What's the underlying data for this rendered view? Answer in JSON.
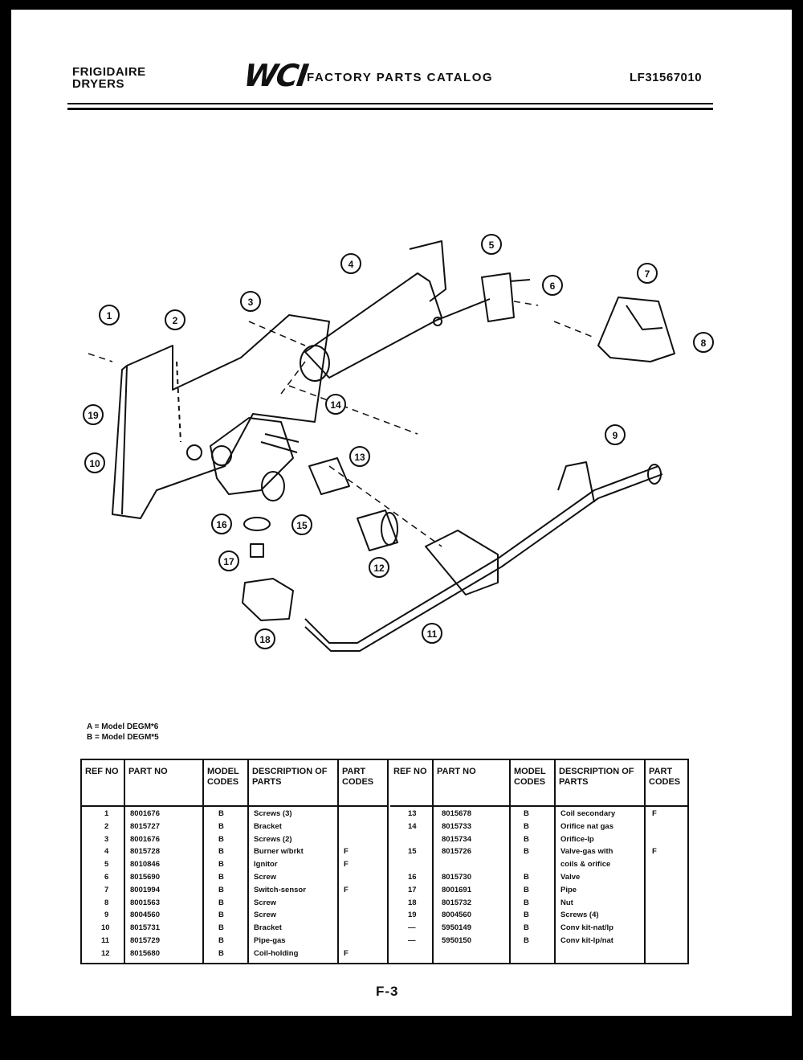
{
  "header": {
    "brand_line1": "FRIGIDAIRE",
    "brand_line2": "DRYERS",
    "logo": "WCI",
    "catalog_title": "FACTORY PARTS CATALOG",
    "catalog_code": "LF31567010"
  },
  "diagram": {
    "callouts": [
      "1",
      "2",
      "3",
      "4",
      "5",
      "6",
      "7",
      "8",
      "9",
      "10",
      "11",
      "12",
      "13",
      "14",
      "15",
      "16",
      "17",
      "18",
      "19"
    ]
  },
  "legend": {
    "line_a": "A = Model DEGM*6",
    "line_b": "B = Model DEGM*5"
  },
  "table": {
    "headers": {
      "ref_no": "REF NO",
      "part_no": "PART NO",
      "model_codes": "MODEL CODES",
      "description": "DESCRIPTION OF PARTS",
      "part_codes": "PART CODES"
    },
    "left_rows": [
      {
        "ref": "1",
        "part": "8001676",
        "model": "B",
        "desc": "Screws (3)",
        "code": ""
      },
      {
        "ref": "2",
        "part": "8015727",
        "model": "B",
        "desc": "Bracket",
        "code": ""
      },
      {
        "ref": "3",
        "part": "8001676",
        "model": "B",
        "desc": "Screws (2)",
        "code": ""
      },
      {
        "ref": "4",
        "part": "8015728",
        "model": "B",
        "desc": "Burner w/brkt",
        "code": "F"
      },
      {
        "ref": "5",
        "part": "8010846",
        "model": "B",
        "desc": "Ignitor",
        "code": "F"
      },
      {
        "ref": "6",
        "part": "8015690",
        "model": "B",
        "desc": "Screw",
        "code": ""
      },
      {
        "ref": "7",
        "part": "8001994",
        "model": "B",
        "desc": "Switch-sensor",
        "code": "F"
      },
      {
        "ref": "8",
        "part": "8001563",
        "model": "B",
        "desc": "Screw",
        "code": ""
      },
      {
        "ref": "9",
        "part": "8004560",
        "model": "B",
        "desc": "Screw",
        "code": ""
      },
      {
        "ref": "10",
        "part": "8015731",
        "model": "B",
        "desc": "Bracket",
        "code": ""
      },
      {
        "ref": "11",
        "part": "8015729",
        "model": "B",
        "desc": "Pipe-gas",
        "code": ""
      },
      {
        "ref": "12",
        "part": "8015680",
        "model": "B",
        "desc": "Coil-holding",
        "code": "F"
      }
    ],
    "right_rows": [
      {
        "ref": "13",
        "part": "8015678",
        "model": "B",
        "desc": "Coil secondary",
        "code": "F"
      },
      {
        "ref": "14",
        "part": "8015733",
        "model": "B",
        "desc": "Orifice nat gas",
        "code": ""
      },
      {
        "ref": "",
        "part": "8015734",
        "model": "B",
        "desc": "Orifice-lp",
        "code": ""
      },
      {
        "ref": "15",
        "part": "8015726",
        "model": "B",
        "desc": "Valve-gas with",
        "code": "F"
      },
      {
        "ref": "",
        "part": "",
        "model": "",
        "desc": "coils & orifice",
        "code": ""
      },
      {
        "ref": "16",
        "part": "8015730",
        "model": "B",
        "desc": "Valve",
        "code": ""
      },
      {
        "ref": "17",
        "part": "8001691",
        "model": "B",
        "desc": "Pipe",
        "code": ""
      },
      {
        "ref": "18",
        "part": "8015732",
        "model": "B",
        "desc": "Nut",
        "code": ""
      },
      {
        "ref": "19",
        "part": "8004560",
        "model": "B",
        "desc": "Screws (4)",
        "code": ""
      },
      {
        "ref": "—",
        "part": "5950149",
        "model": "B",
        "desc": "Conv kit-nat/lp",
        "code": ""
      },
      {
        "ref": "—",
        "part": "5950150",
        "model": "B",
        "desc": "Conv kit-lp/nat",
        "code": ""
      }
    ]
  },
  "footer": {
    "page": "F-3"
  }
}
